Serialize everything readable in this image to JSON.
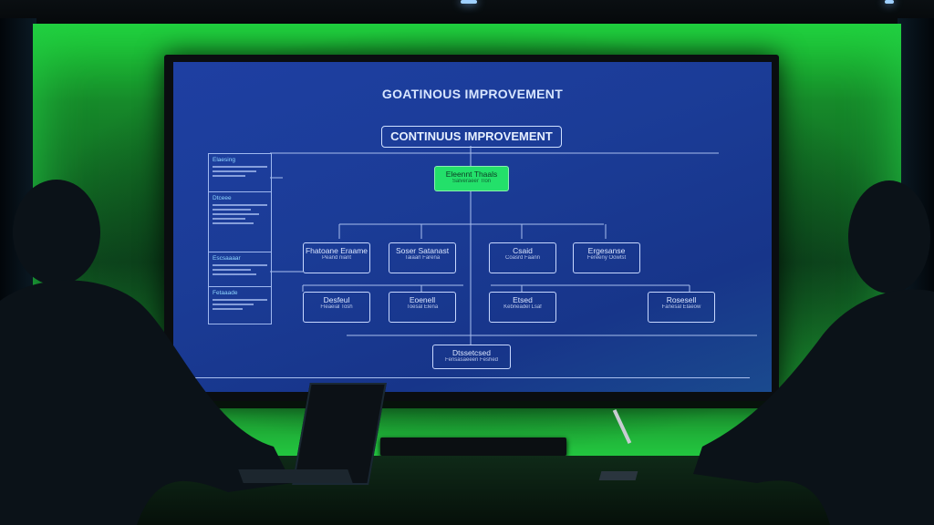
{
  "screen": {
    "title": "GOATINOUS IMPROVEMENT",
    "header_box": "CONTINUUS IMPROVEMENT",
    "top_node": {
      "title": "Eleennt Thaals",
      "sub": "Salveraeer Tlon"
    },
    "level2": [
      {
        "title": "Fhatoane Eraame",
        "sub": "Peand  niant"
      },
      {
        "title": "Soser Satanast",
        "sub": "Taiaarl Farena"
      },
      {
        "title": "Csaid",
        "sub": "Coasrd Faann"
      },
      {
        "title": "Ergesanse",
        "sub": "Fereeny Oowtst"
      }
    ],
    "level3": [
      {
        "title": "Desfeul",
        "sub": "Fleaeial Tosh"
      },
      {
        "title": "Eoenell",
        "sub": "Toesal Elena"
      },
      {
        "title": "Etsed",
        "sub": "Kebneadel Lsaf"
      },
      {
        "title": "Rosesell",
        "sub": "Fanesal Elaeow"
      }
    ],
    "bottom_node": {
      "title": "Dtssetcsed",
      "sub": "Fensasaeeen Feshed"
    },
    "sidebar": [
      {
        "heading": "Elaesing"
      },
      {
        "heading": "Dtceee"
      },
      {
        "heading": "Escsaaaar"
      },
      {
        "heading": "Fetaaade"
      }
    ]
  },
  "colors": {
    "accent_green": "#23e06a",
    "screen_blue": "#1b3c97",
    "wall_green": "#1fd33a"
  }
}
